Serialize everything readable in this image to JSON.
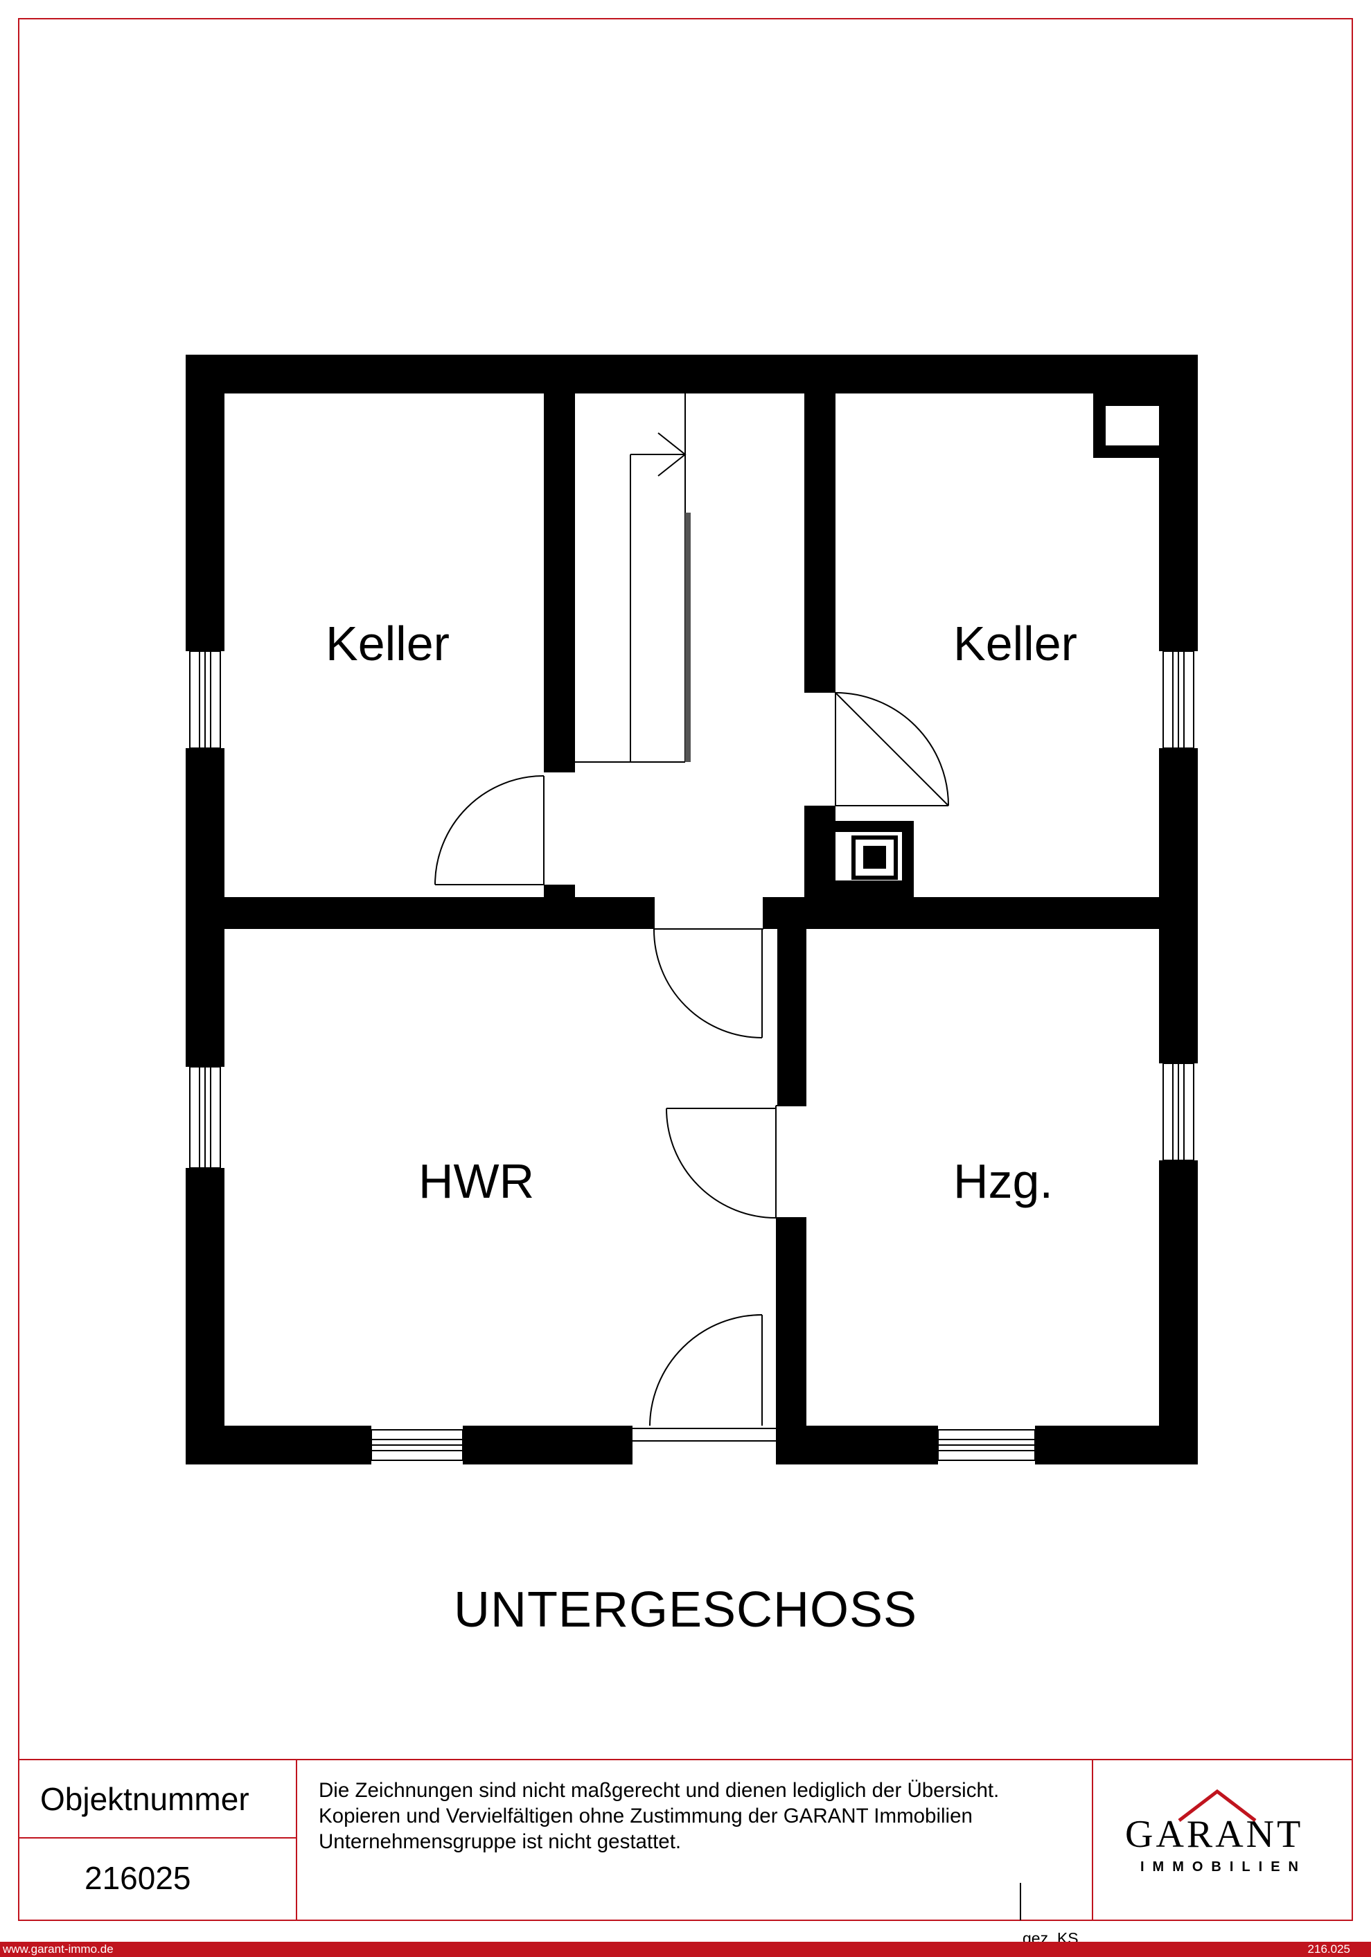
{
  "floor_title": "UNTERGESCHOSS",
  "rooms": {
    "keller_left": "Keller",
    "keller_right": "Keller",
    "hwr": "HWR",
    "heating": "Hzg."
  },
  "title_block": {
    "object_number_label": "Objektnummer",
    "object_number": "216025",
    "disclaimer": [
      "Die Zeichnungen sind nicht maßgerecht und dienen lediglich der Übersicht.",
      "Kopieren und Vervielfältigen ohne Zustimmung der GARANT Immobilien",
      "Unternehmensgruppe ist nicht gestattet."
    ],
    "drawn_by": "gez. KS",
    "logo": {
      "name": "GARANT",
      "subtitle": "IMMOBILIEN"
    }
  },
  "footer": {
    "website": "www.garant-immo.de",
    "reference": "216.025"
  },
  "colors": {
    "frame": "#c0141e",
    "footer_bar": "#c0141e",
    "walls": "#000000"
  }
}
